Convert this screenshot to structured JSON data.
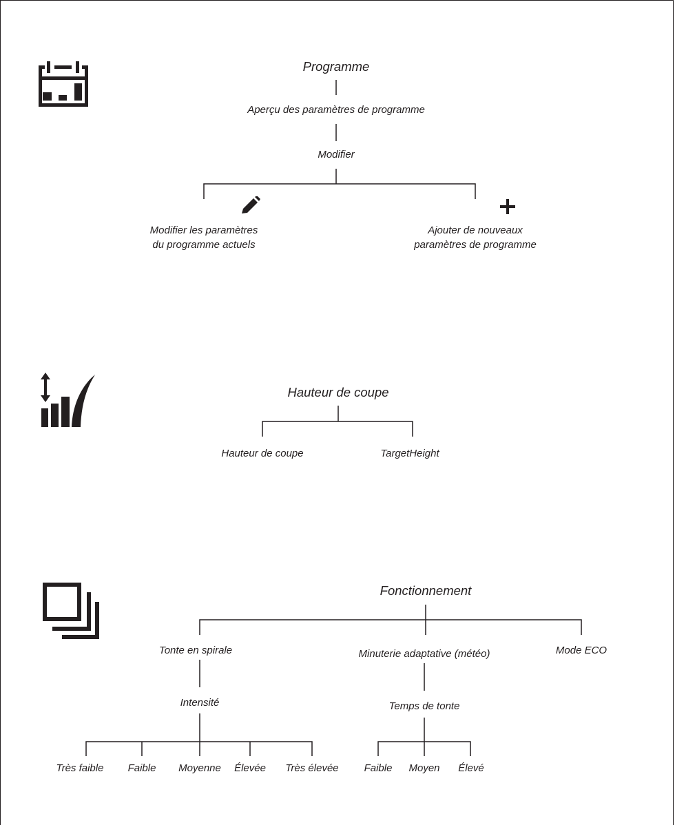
{
  "section_program": {
    "icon": "calendar-icon",
    "root": "Programme",
    "overview": "Aperçu des paramètres de programme",
    "modify": "Modifier",
    "edit_icon": "pencil-icon",
    "add_icon": "plus-icon",
    "edit_label_line1": "Modifier les paramètres",
    "edit_label_line2": "du programme actuels",
    "add_label_line1": "Ajouter de nouveaux",
    "add_label_line2": "paramètres de programme"
  },
  "section_height": {
    "icon": "cutting-height-icon",
    "root": "Hauteur de coupe",
    "child_left": "Hauteur de coupe",
    "child_right": "TargetHeight"
  },
  "section_operation": {
    "icon": "layers-icon",
    "root": "Fonctionnement",
    "spiral": "Tonte en spirale",
    "adaptive": "Minuterie adaptative (météo)",
    "eco": "Mode ECO",
    "intensity": "Intensité",
    "mowing_time": "Temps de tonte",
    "intensity_options": [
      "Très faible",
      "Faible",
      "Moyenne",
      "Élevée",
      "Très élevée"
    ],
    "time_options": [
      "Faible",
      "Moyen",
      "Élevé"
    ]
  },
  "colors": {
    "ink": "#231f20",
    "background": "#ffffff"
  }
}
